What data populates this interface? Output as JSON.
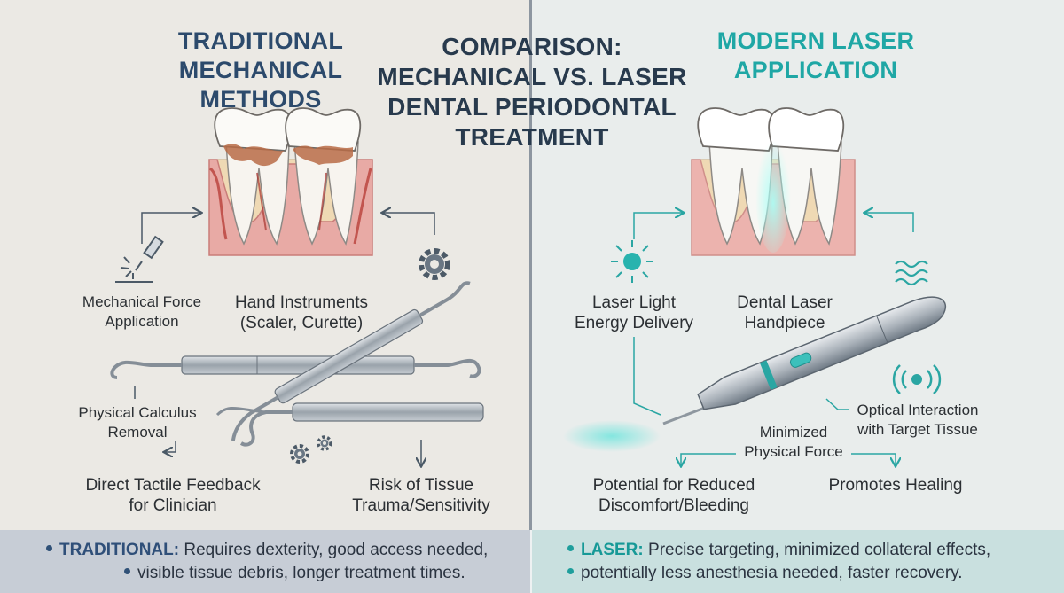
{
  "titles": {
    "left": "TRADITIONAL MECHANICAL METHODS",
    "center": "COMPARISON: MECHANICAL VS. LASER DENTAL PERIODONTAL TREATMENT",
    "right": "MODERN LASER APPLICATION"
  },
  "left_labels": {
    "mechanical_force": "Mechanical Force Application",
    "hand_instruments": "Hand Instruments (Scaler, Curette)",
    "calculus_removal": "Physical Calculus Removal",
    "tactile_feedback": "Direct Tactile Feedback for Clinician",
    "tissue_trauma": "Risk of Tissue Trauma/Sensitivity"
  },
  "right_labels": {
    "laser_light": "Laser Light Energy Delivery",
    "laser_handpiece": "Dental Laser Handpiece",
    "optical_interaction": "Optical Interaction with Target Tissue",
    "minimized_force": "Minimized Physical Force",
    "reduced_discomfort": "Potential for Reduced Discomfort/Bleeding",
    "promotes_healing": "Promotes Healing"
  },
  "footer": {
    "left_keyword": "TRADITIONAL:",
    "left_line1": "Requires dexterity, good access needed,",
    "left_line2": "visible tissue debris, longer treatment times.",
    "right_keyword": "LASER:",
    "right_line1": "Precise targeting, minimized collateral effects,",
    "right_line2": "potentially less anesthesia needed, faster recovery."
  },
  "icons": [
    "scaler-spark-icon",
    "gear-icon",
    "gears-icon",
    "sun-light-icon",
    "wave-icon",
    "signal-icon"
  ],
  "colors": {
    "left_accent": "#2c4a6c",
    "right_accent": "#1fa7a5",
    "gum": "#e6a7a3",
    "bone": "#efd9b4"
  }
}
